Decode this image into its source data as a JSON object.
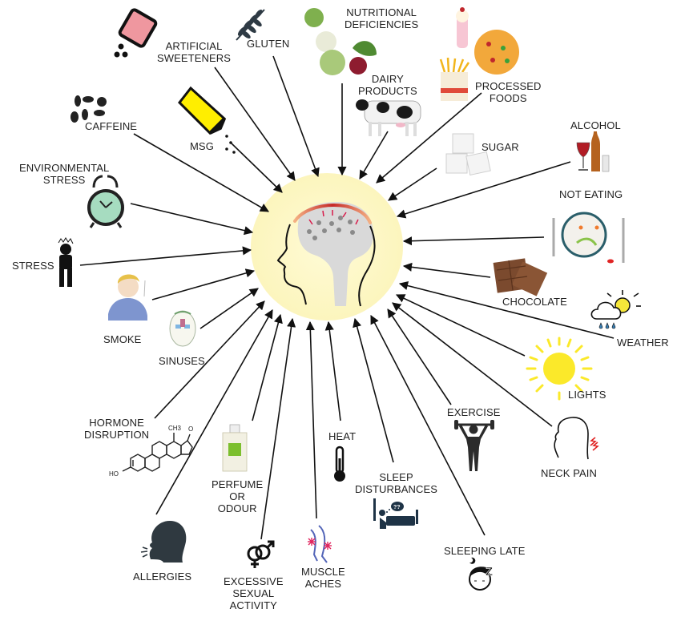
{
  "diagram": {
    "title": "Migraine triggers",
    "center": {
      "name": "head-with-migraine",
      "halo_color": "#fdf7c3",
      "brain_color": "#d9d9d9",
      "pain_arc_color": "#d8332a",
      "arrow_color": "#d81b4a"
    },
    "triggers": [
      {
        "id": "artificial-sweeteners",
        "lines": [
          "ARTIFICIAL",
          "SWEETENERS"
        ],
        "icon": "sweetener-shaker-icon"
      },
      {
        "id": "gluten",
        "lines": [
          "GLUTEN"
        ],
        "icon": "wheat-icon"
      },
      {
        "id": "nutritional-deficiencies",
        "lines": [
          "NUTRITIONAL",
          "DEFICIENCIES"
        ],
        "icon": "vegetables-icon"
      },
      {
        "id": "dairy-products",
        "lines": [
          "DAIRY",
          "PRODUCTS"
        ],
        "icon": "cow-icon"
      },
      {
        "id": "processed-foods",
        "lines": [
          "PROCESSED",
          "FOODS"
        ],
        "icon": "pizza-fries-icon"
      },
      {
        "id": "caffeine",
        "lines": [
          "CAFFEINE"
        ],
        "icon": "coffee-beans-icon"
      },
      {
        "id": "msg",
        "lines": [
          "MSG"
        ],
        "icon": "salt-shaker-icon"
      },
      {
        "id": "sugar",
        "lines": [
          "SUGAR"
        ],
        "icon": "sugar-cubes-icon"
      },
      {
        "id": "alcohol",
        "lines": [
          "ALCOHOL"
        ],
        "icon": "drinks-icon"
      },
      {
        "id": "environmental-stress",
        "lines": [
          "ENVIRONMENTAL",
          "STRESS"
        ],
        "icon": "alarm-clock-icon"
      },
      {
        "id": "not-eating",
        "lines": [
          "NOT EATING"
        ],
        "icon": "sad-plate-icon"
      },
      {
        "id": "stress",
        "lines": [
          "STRESS"
        ],
        "icon": "stressed-person-icon"
      },
      {
        "id": "chocolate",
        "lines": [
          "CHOCOLATE"
        ],
        "icon": "chocolate-icon"
      },
      {
        "id": "smoke",
        "lines": [
          "SMOKE"
        ],
        "icon": "smoking-woman-icon"
      },
      {
        "id": "sinuses",
        "lines": [
          "SINUSES"
        ],
        "icon": "sinus-face-icon"
      },
      {
        "id": "weather",
        "lines": [
          "WEATHER"
        ],
        "icon": "cloud-sun-rain-icon"
      },
      {
        "id": "lights",
        "lines": [
          "LIGHTS"
        ],
        "icon": "sun-icon"
      },
      {
        "id": "hormone-disruption",
        "lines": [
          "HORMONE",
          "DISRUPTION"
        ],
        "icon": "steroid-molecule-icon"
      },
      {
        "id": "exercise",
        "lines": [
          "EXERCISE"
        ],
        "icon": "weightlifter-icon"
      },
      {
        "id": "neck-pain",
        "lines": [
          "NECK PAIN"
        ],
        "icon": "neck-pain-head-icon"
      },
      {
        "id": "heat",
        "lines": [
          "HEAT"
        ],
        "icon": "thermometer-icon"
      },
      {
        "id": "perfume-or-odour",
        "lines": [
          "PERFUME",
          "OR",
          "ODOUR"
        ],
        "icon": "perfume-bottle-icon"
      },
      {
        "id": "sleep-disturbances",
        "lines": [
          "SLEEP",
          "DISTURBANCES"
        ],
        "icon": "person-in-bed-icon"
      },
      {
        "id": "allergies",
        "lines": [
          "ALLERGIES"
        ],
        "icon": "sneezing-head-icon"
      },
      {
        "id": "sleeping-late",
        "lines": [
          "SLEEPING LATE"
        ],
        "icon": "sleepy-face-icon"
      },
      {
        "id": "excessive-sexual-activity",
        "lines": [
          "EXCESSIVE",
          "SEXUAL",
          "ACTIVITY"
        ],
        "icon": "gender-symbols-icon"
      },
      {
        "id": "muscle-aches",
        "lines": [
          "MUSCLE",
          "ACHES"
        ],
        "icon": "aching-legs-icon"
      }
    ],
    "molecule_labels": {
      "methyl": "CH3",
      "oxygen": "O",
      "hydroxyl": "HO"
    },
    "sleep_icon_text": {
      "question": "??",
      "z": "Z"
    }
  }
}
